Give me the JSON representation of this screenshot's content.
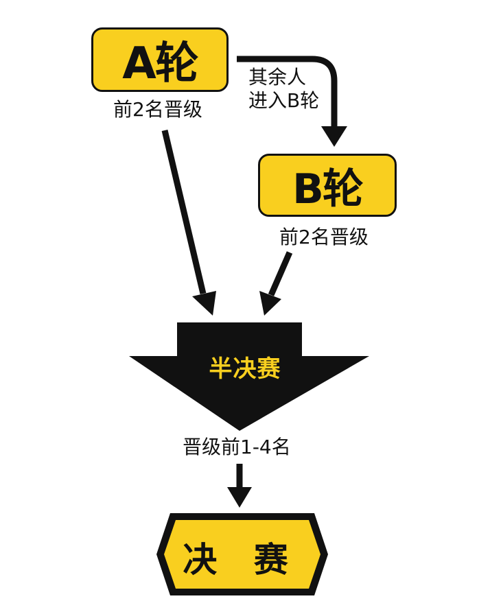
{
  "diagram": {
    "round_a": {
      "title": "A轮",
      "advance_text": "前2名晋级"
    },
    "transfer_note": {
      "line1": "其余人",
      "line2": "进入B轮"
    },
    "round_b": {
      "title": "B轮",
      "advance_text": "前2名晋级"
    },
    "semifinal": {
      "title": "半决赛",
      "advance_text": "晋级前1-4名"
    },
    "final": {
      "title": "决 赛"
    }
  },
  "colors": {
    "accent_yellow": "#f9cf1f",
    "dark": "#111111",
    "background": "#ffffff"
  }
}
